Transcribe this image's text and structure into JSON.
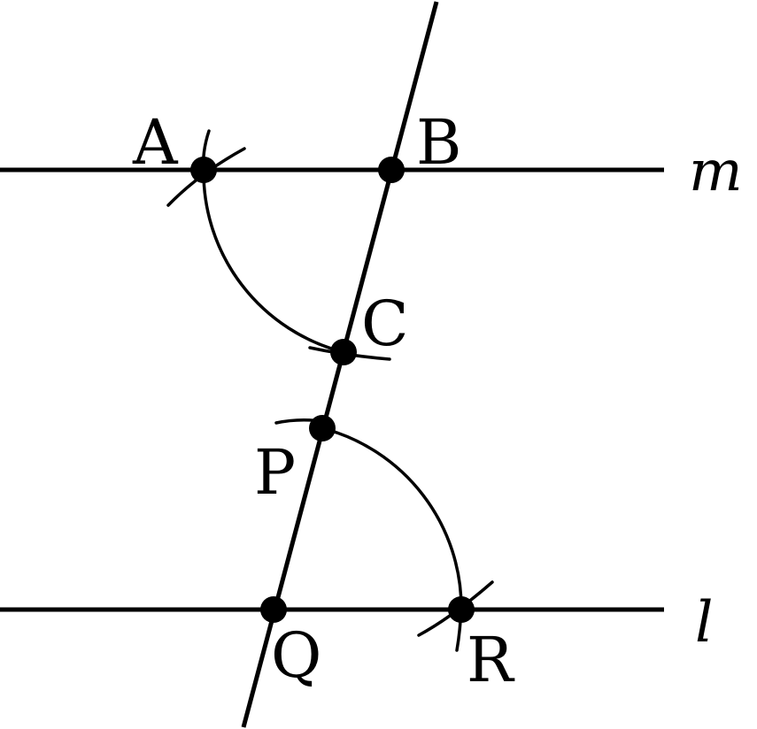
{
  "points": {
    "A": "A",
    "B": "B",
    "C": "C",
    "P": "P",
    "Q": "Q",
    "R": "R"
  },
  "lines": {
    "m": "m",
    "l": "l"
  },
  "colors": {
    "stroke": "#000000",
    "background": "#ffffff"
  }
}
